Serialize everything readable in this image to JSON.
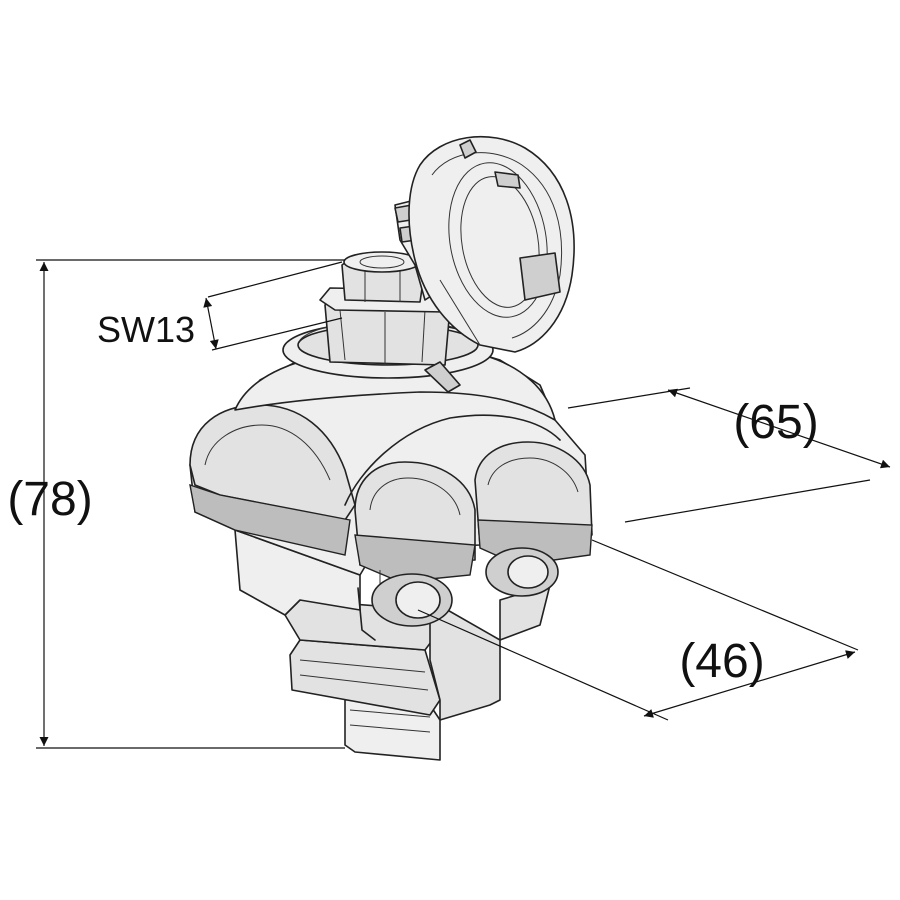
{
  "labels": {
    "height": "(78)",
    "width": "(65)",
    "depth": "(46)",
    "wrench": "SW13"
  },
  "colors": {
    "line": "#222222",
    "body": "#e2e2e2",
    "background": "#ffffff"
  }
}
